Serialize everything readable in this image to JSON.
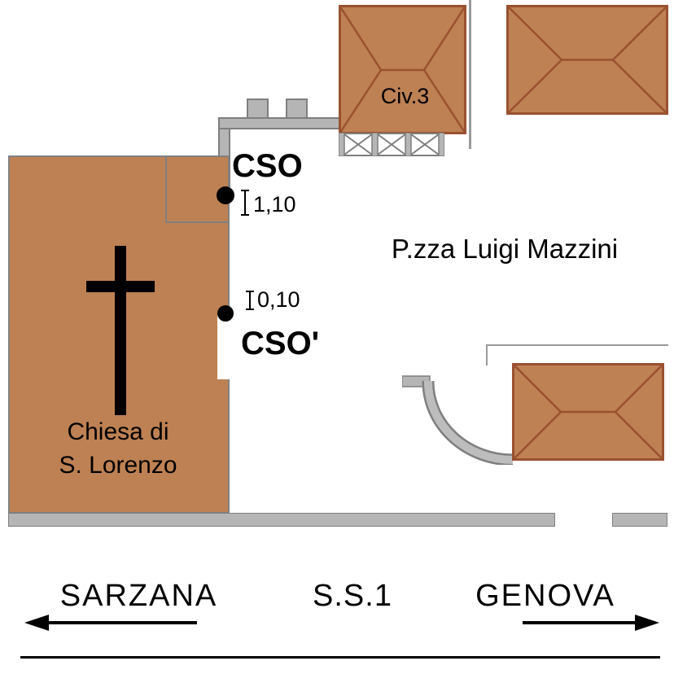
{
  "map": {
    "piazza_label": "P.zza Luigi Mazzini",
    "church": {
      "name_line1": "Chiesa di",
      "name_line2": "S. Lorenzo"
    },
    "building_civ3_label": "Civ.3",
    "benchmarks": {
      "cso": {
        "label": "CSO",
        "height_offset": "1,10"
      },
      "cso_prime": {
        "label": "CSO'",
        "height_offset": "0,10"
      }
    },
    "road": {
      "left_destination": "SARZANA",
      "route_name": "S.S.1",
      "right_destination": "GENOVA"
    }
  },
  "colors": {
    "building_fill": "#BE8153",
    "roof_line": "#9A5130",
    "wall_fill": "#B5B5B5",
    "wall_border": "#7F7F7F",
    "ink": "#000000"
  }
}
